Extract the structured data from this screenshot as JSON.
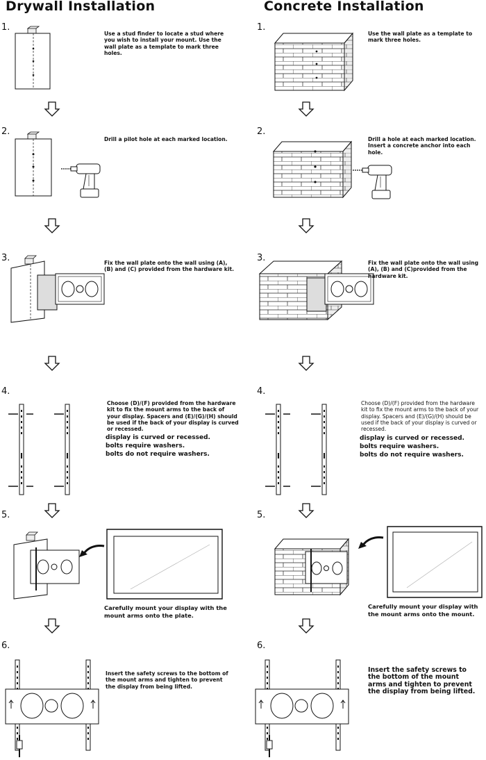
{
  "columns": [
    {
      "title": "Drywall Installation",
      "steps": [
        {
          "number": "1.",
          "text": "Use a stud finder to locate a stud where you wish to install your mount. Use the wall plate as a template to mark three holes.",
          "illustration": "drywall-stud-marking"
        },
        {
          "number": "2.",
          "text": "Drill a pilot hole at each marked location.",
          "illustration": "drywall-drill"
        },
        {
          "number": "3.",
          "text": "Fix the wall plate onto the wall using (A), (B) and (C) provided from the hardware kit.",
          "illustration": "drywall-wall-plate"
        },
        {
          "number": "4.",
          "text": "Choose (D)/(F) provided from the hardware kit to fix the mount arms to the back of your display. Spacers and (E)/(G)/(H) should be used if the back of your display is curved or recessed.",
          "extra_lines": [
            "display is curved or recessed.",
            "bolts require  washers.",
            "bolts do not require washers."
          ],
          "illustration": "mount-arms"
        },
        {
          "number": "5.",
          "text": "Carefully mount your display with the mount arms onto the  plate.",
          "illustration": "drywall-mount-display"
        },
        {
          "number": "6.",
          "text": "Insert the safety screws to the bottom of the mount arms and tighten to prevent the display from being lifted.",
          "illustration": "safety-screws"
        }
      ]
    },
    {
      "title": "Concrete Installation",
      "steps": [
        {
          "number": "1.",
          "text": "Use the wall plate as a template to mark three holes.",
          "illustration": "brick-marking"
        },
        {
          "number": "2.",
          "text": "Drill a  hole at each marked location. Insert a concrete anchor into each hole.",
          "illustration": "brick-drill"
        },
        {
          "number": "3.",
          "text": "Fix the wall plate onto the wall using (A), (B) and (C)provided from the hardware kit.",
          "illustration": "brick-wall-plate"
        },
        {
          "number": "4.",
          "text": "Choose (D)/(F) provided from the hardware kit to fix the mount arms to the back of your display. Spacers and (E)/(G)/(H) should be used if the back of your display is curved or recessed.",
          "extra_lines": [
            "display is curved or recessed.",
            "bolts require  washers.",
            " bolts do not require washers."
          ],
          "illustration": "mount-arms"
        },
        {
          "number": "5.",
          "text": "Carefully mount your display with the mount arms onto the mount.",
          "illustration": "brick-mount-display"
        },
        {
          "number": "6.",
          "text": "Insert the safety screws to the bottom of the mount arms and tighten to prevent the display from being lifted.",
          "illustration": "safety-screws"
        }
      ]
    }
  ],
  "icons": {
    "flow_arrow": "down-arrow-icon",
    "curved_arrow": "curved-arrow-icon",
    "drill": "power-drill-icon"
  },
  "colors": {
    "ink": "#111111",
    "paper": "#ffffff",
    "wall_shade": "#f2f2f2"
  }
}
